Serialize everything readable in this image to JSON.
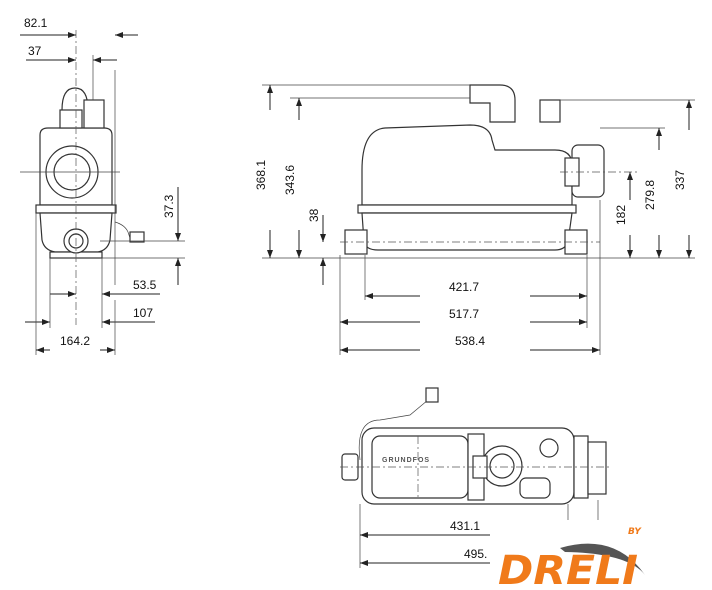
{
  "drawing": {
    "front_view": {
      "dims": {
        "top_width": "82.1",
        "top_offset": "37",
        "cable_height": "37.3",
        "base_half": "53.5",
        "base_width": "107",
        "total_width": "164.2"
      }
    },
    "side_view": {
      "dims": {
        "total_height": "368.1",
        "outlet_height": "343.6",
        "inlet_low": "38",
        "inlet_side": "182",
        "side_flange": "279.8",
        "top_vent": "337",
        "inlet_spacing": "421.7",
        "length": "517.7",
        "total_length": "538.4"
      }
    },
    "top_view": {
      "brand_text": "GRUNDFOS",
      "dims": {
        "length_a": "431.1",
        "length_b": "495."
      }
    }
  },
  "logo": {
    "text": "DRELI",
    "by": "BY",
    "color": "#f07a1a",
    "swoosh_color": "#555555"
  }
}
